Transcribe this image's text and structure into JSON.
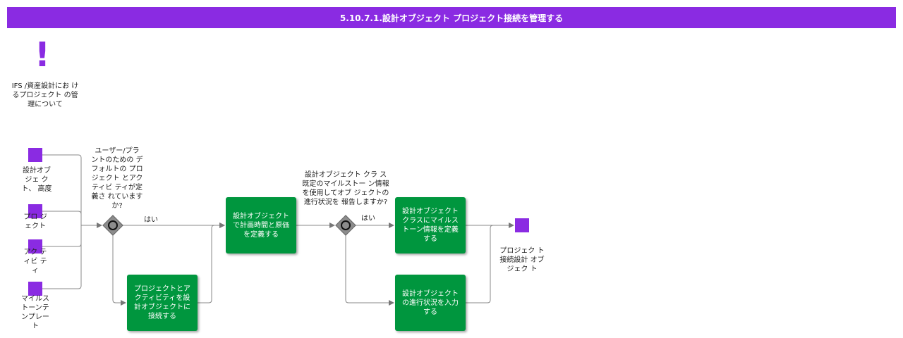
{
  "title": "5.10.7.1.設計オブジェクト プロジェクト接続を管理する",
  "info": {
    "label": "IFS /資産設計にお けるプロジェクト の管理について",
    "icon": "exclamation-icon"
  },
  "inputs": [
    {
      "label": "設計オブ ジェ クト、 高度"
    },
    {
      "label": "プロ ジェクト"
    },
    {
      "label": "アク ティビ ティ"
    },
    {
      "label": "マイルス トーンテ ンプレー ト"
    }
  ],
  "gateways": {
    "g1_question": "ユーザー/プラ ントのための デフォルトの プロジェクト とアクティビ ティが定義さ れていますか?",
    "g1_yes": "はい",
    "g2_question": "設計オブジェクト クラ ス既定のマイルストー ン情報を使用してオブ ジェクトの進行状況を 報告しますか?",
    "g2_yes": "はい"
  },
  "tasks": {
    "connect_project": "プロジェクトとア クティビティを設 計オブジェクトに 接続する",
    "define_planned": "設計オブジェクト で計画時間と原価 を定義する",
    "define_milestone": "設計オブジェクト クラスにマイルス トーン情報を定義 する",
    "enter_progress": "設計オブジェクト の進行状況を入力 する"
  },
  "output": {
    "label": "プロジェク ト接続設計 オブジェク ト"
  },
  "colors": {
    "accent": "#8a2be2",
    "task": "#00963e",
    "gateway": "#8c8c8c"
  }
}
